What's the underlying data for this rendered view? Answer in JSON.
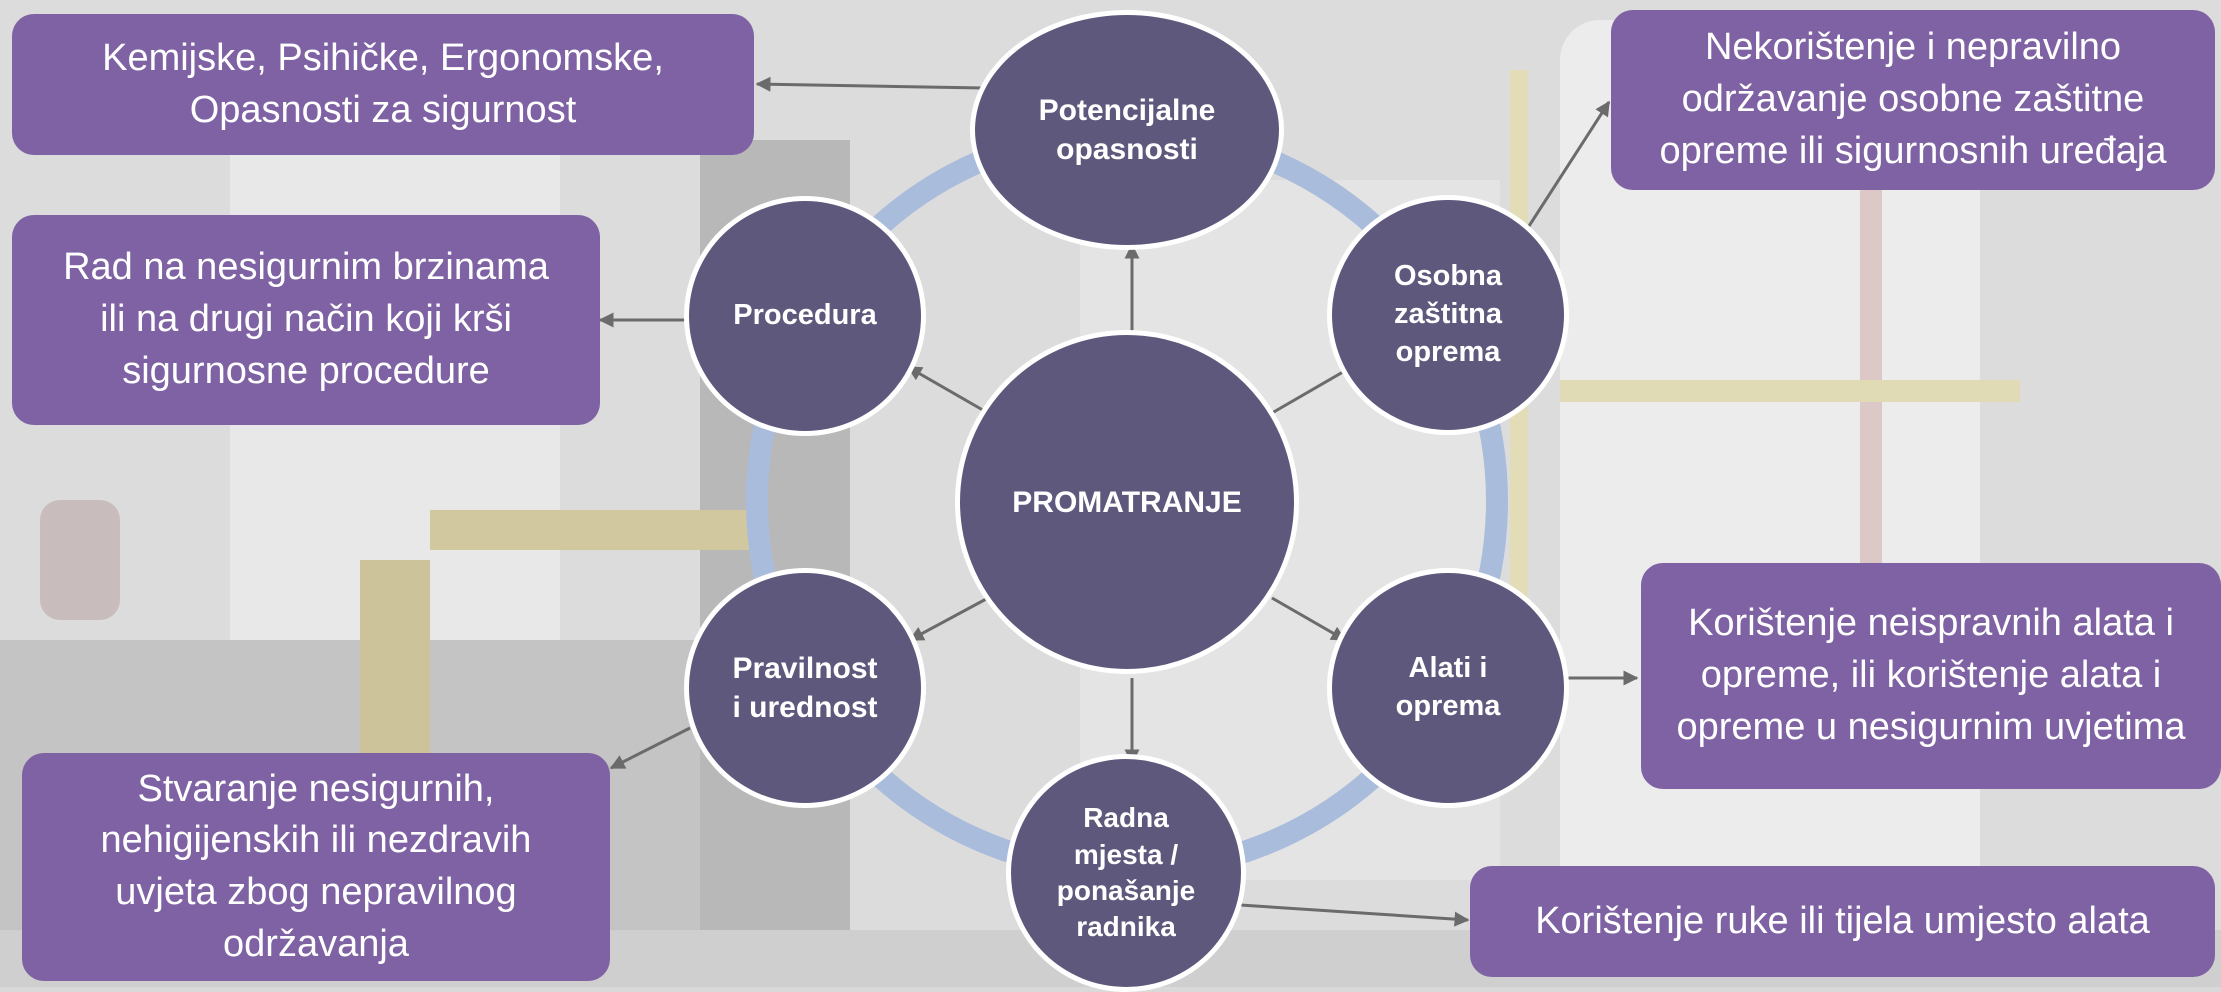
{
  "diagram": {
    "center": "PROMATRANJE",
    "nodes": [
      {
        "id": "potencijalne",
        "label": "Potencijalne\nopasnosti"
      },
      {
        "id": "osobna",
        "label": "Osobna\nzaštitna\noprema"
      },
      {
        "id": "alati",
        "label": "Alati i\noprema"
      },
      {
        "id": "radna",
        "label": "Radna\nmjesta /\nponašanje\nradnika"
      },
      {
        "id": "pravilnost",
        "label": "Pravilnost\ni urednost"
      },
      {
        "id": "procedura",
        "label": "Procedura"
      }
    ],
    "callouts": [
      {
        "id": "potencijalne",
        "text": "Kemijske, Psihičke, Ergonomske,\nOpasnosti za sigurnost"
      },
      {
        "id": "osobna",
        "text": "Nekorištenje i nepravilno\nodržavanje osobne zaštitne\nopreme ili sigurnosnih uređaja"
      },
      {
        "id": "procedura",
        "text": "Rad na nesigurnim brzinama\nili na drugi način koji krši\nsigurnosne procedure"
      },
      {
        "id": "alati",
        "text": "Korištenje neispravnih alata i\nopreme, ili korištenje alata i\nopreme u nesigurnim uvjetima"
      },
      {
        "id": "pravilnost",
        "text": "Stvaranje nesigurnih,\nnehigijenskih ili nezdravih\nuvjeta zbog nepravilnog\nodržavanja"
      },
      {
        "id": "radna",
        "text": "Korištenje ruke ili tijela umjesto alata"
      }
    ]
  },
  "colors": {
    "node": "#5e597c",
    "callout": "#7e62a3",
    "ring": "#a9bcdb",
    "arrow": "#6b6b6b"
  }
}
